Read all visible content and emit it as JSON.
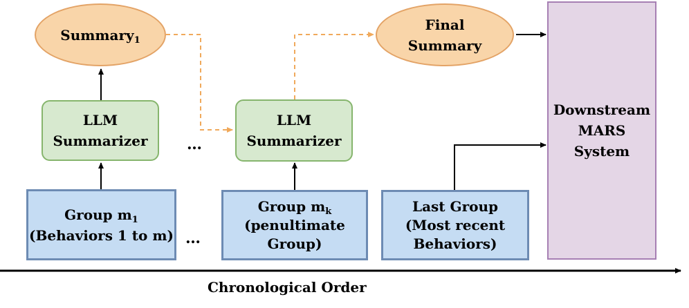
{
  "summary1": {
    "text": "Summary",
    "sub": "1"
  },
  "final_summary": {
    "line1": "Final",
    "line2": "Summary"
  },
  "llm1": {
    "line1": "LLM",
    "line2": "Summarizer"
  },
  "llm2": {
    "line1": "LLM",
    "line2": "Summarizer"
  },
  "group1": {
    "line1": "Group m",
    "line1_sub": "1",
    "line2": "(Behaviors 1 to m)"
  },
  "groupk": {
    "line1": "Group m",
    "line1_sub": "k",
    "line2": "(penultimate",
    "line3": "Group)"
  },
  "last_group": {
    "line1": "Last Group",
    "line2": "(Most recent",
    "line3": "Behaviors)"
  },
  "downstream": {
    "line1": "Downstream",
    "line2": "MARS",
    "line3": "System"
  },
  "ellipsis_top": "…",
  "ellipsis_bottom": "…",
  "axis": {
    "label": "Chronological Order"
  },
  "colors": {
    "summary_fill": "#f9d5a9",
    "summary_border": "#e3a366",
    "llm_fill": "#d7e9cf",
    "llm_border": "#86b56d",
    "group_fill": "#c5dcf3",
    "group_border": "#6d8bb3",
    "downstream_fill": "#e4d6e6",
    "downstream_border": "#a67fb3",
    "dashed_arrow": "#f0a95b"
  }
}
